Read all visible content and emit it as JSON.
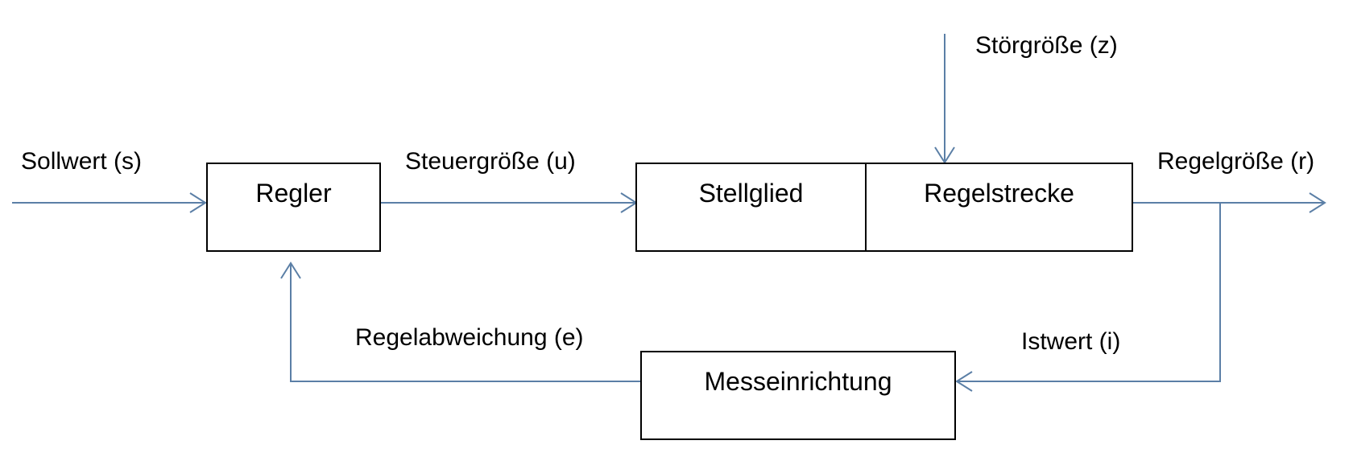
{
  "colors": {
    "arrow": "#5b7fa6",
    "box_border": "#000000",
    "text": "#000000"
  },
  "blocks": {
    "regler": "Regler",
    "stellglied": "Stellglied",
    "regelstrecke": "Regelstrecke",
    "messeinrichtung": "Messeinrichtung"
  },
  "signals": {
    "sollwert": "Sollwert (s)",
    "steuergroesse": "Steuergröße (u)",
    "stoergroesse": "Störgröße (z)",
    "regelgroesse": "Regelgröße (r)",
    "istwert": "Istwert (i)",
    "regelabweichung": "Regelabweichung (e)"
  }
}
